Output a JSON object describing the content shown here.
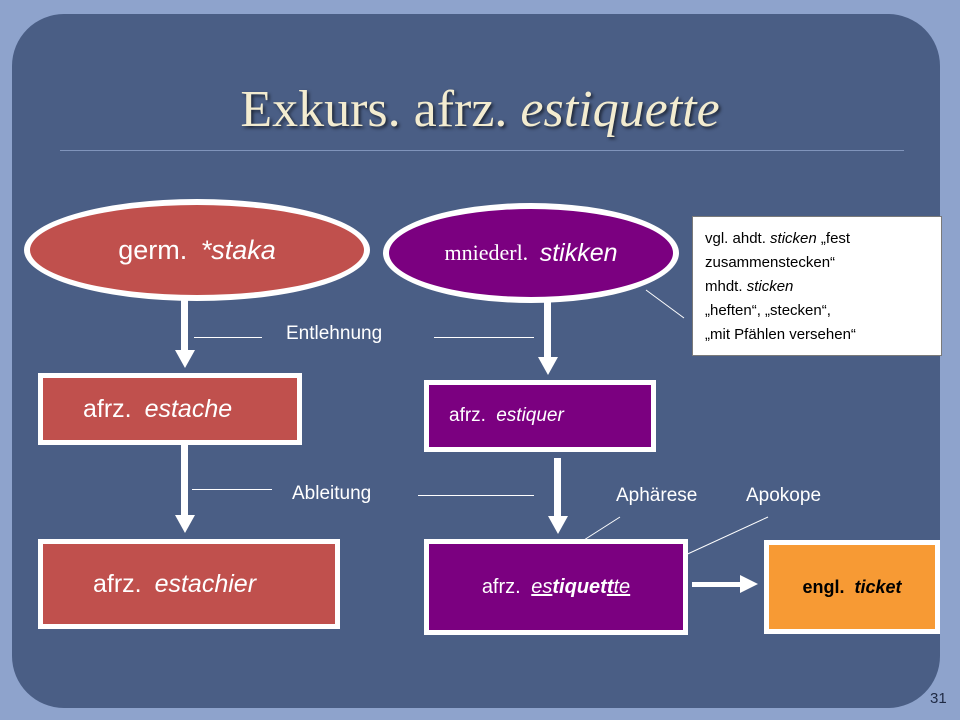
{
  "title": {
    "main": "Exkurs. afrz. ",
    "italic": "estiquette"
  },
  "nodes": {
    "germ": {
      "prefix": "germ. ",
      "word": "*staka"
    },
    "mniederl": {
      "prefix": "mniederl. ",
      "word": "stikken"
    },
    "estache": {
      "prefix": "afrz. ",
      "word": "estache"
    },
    "estiquer": {
      "prefix": "afrz. ",
      "word": "estiquer"
    },
    "estachier": {
      "prefix": "afrz. ",
      "word": "estachier"
    },
    "estiquette": {
      "prefix": "afrz. ",
      "part1": "es",
      "part2": "tiquet",
      "part3": "t",
      "part4": "te"
    },
    "ticket": {
      "prefix": "engl. ",
      "word": "ticket"
    }
  },
  "labels": {
    "entlehnung": "Entlehnung",
    "ableitung": "Ableitung",
    "aphaerese": "Aphärese",
    "apokope": "Apokope"
  },
  "note": {
    "line1_a": "vgl. ahdt. ",
    "line1_b": "sticken",
    "line1_c": " „fest",
    "line2": "zusammenstecken“",
    "line3_a": "mhdt. ",
    "line3_b": "sticken",
    "line4": "„heften“, „stecken“,",
    "line5": "„mit Pfählen versehen“"
  },
  "page_number": "31",
  "colors": {
    "red": "#c0504d",
    "purple": "#7b0080",
    "orange": "#f79a34",
    "panel": "#4a5e85",
    "title": "#f3ecd0"
  }
}
